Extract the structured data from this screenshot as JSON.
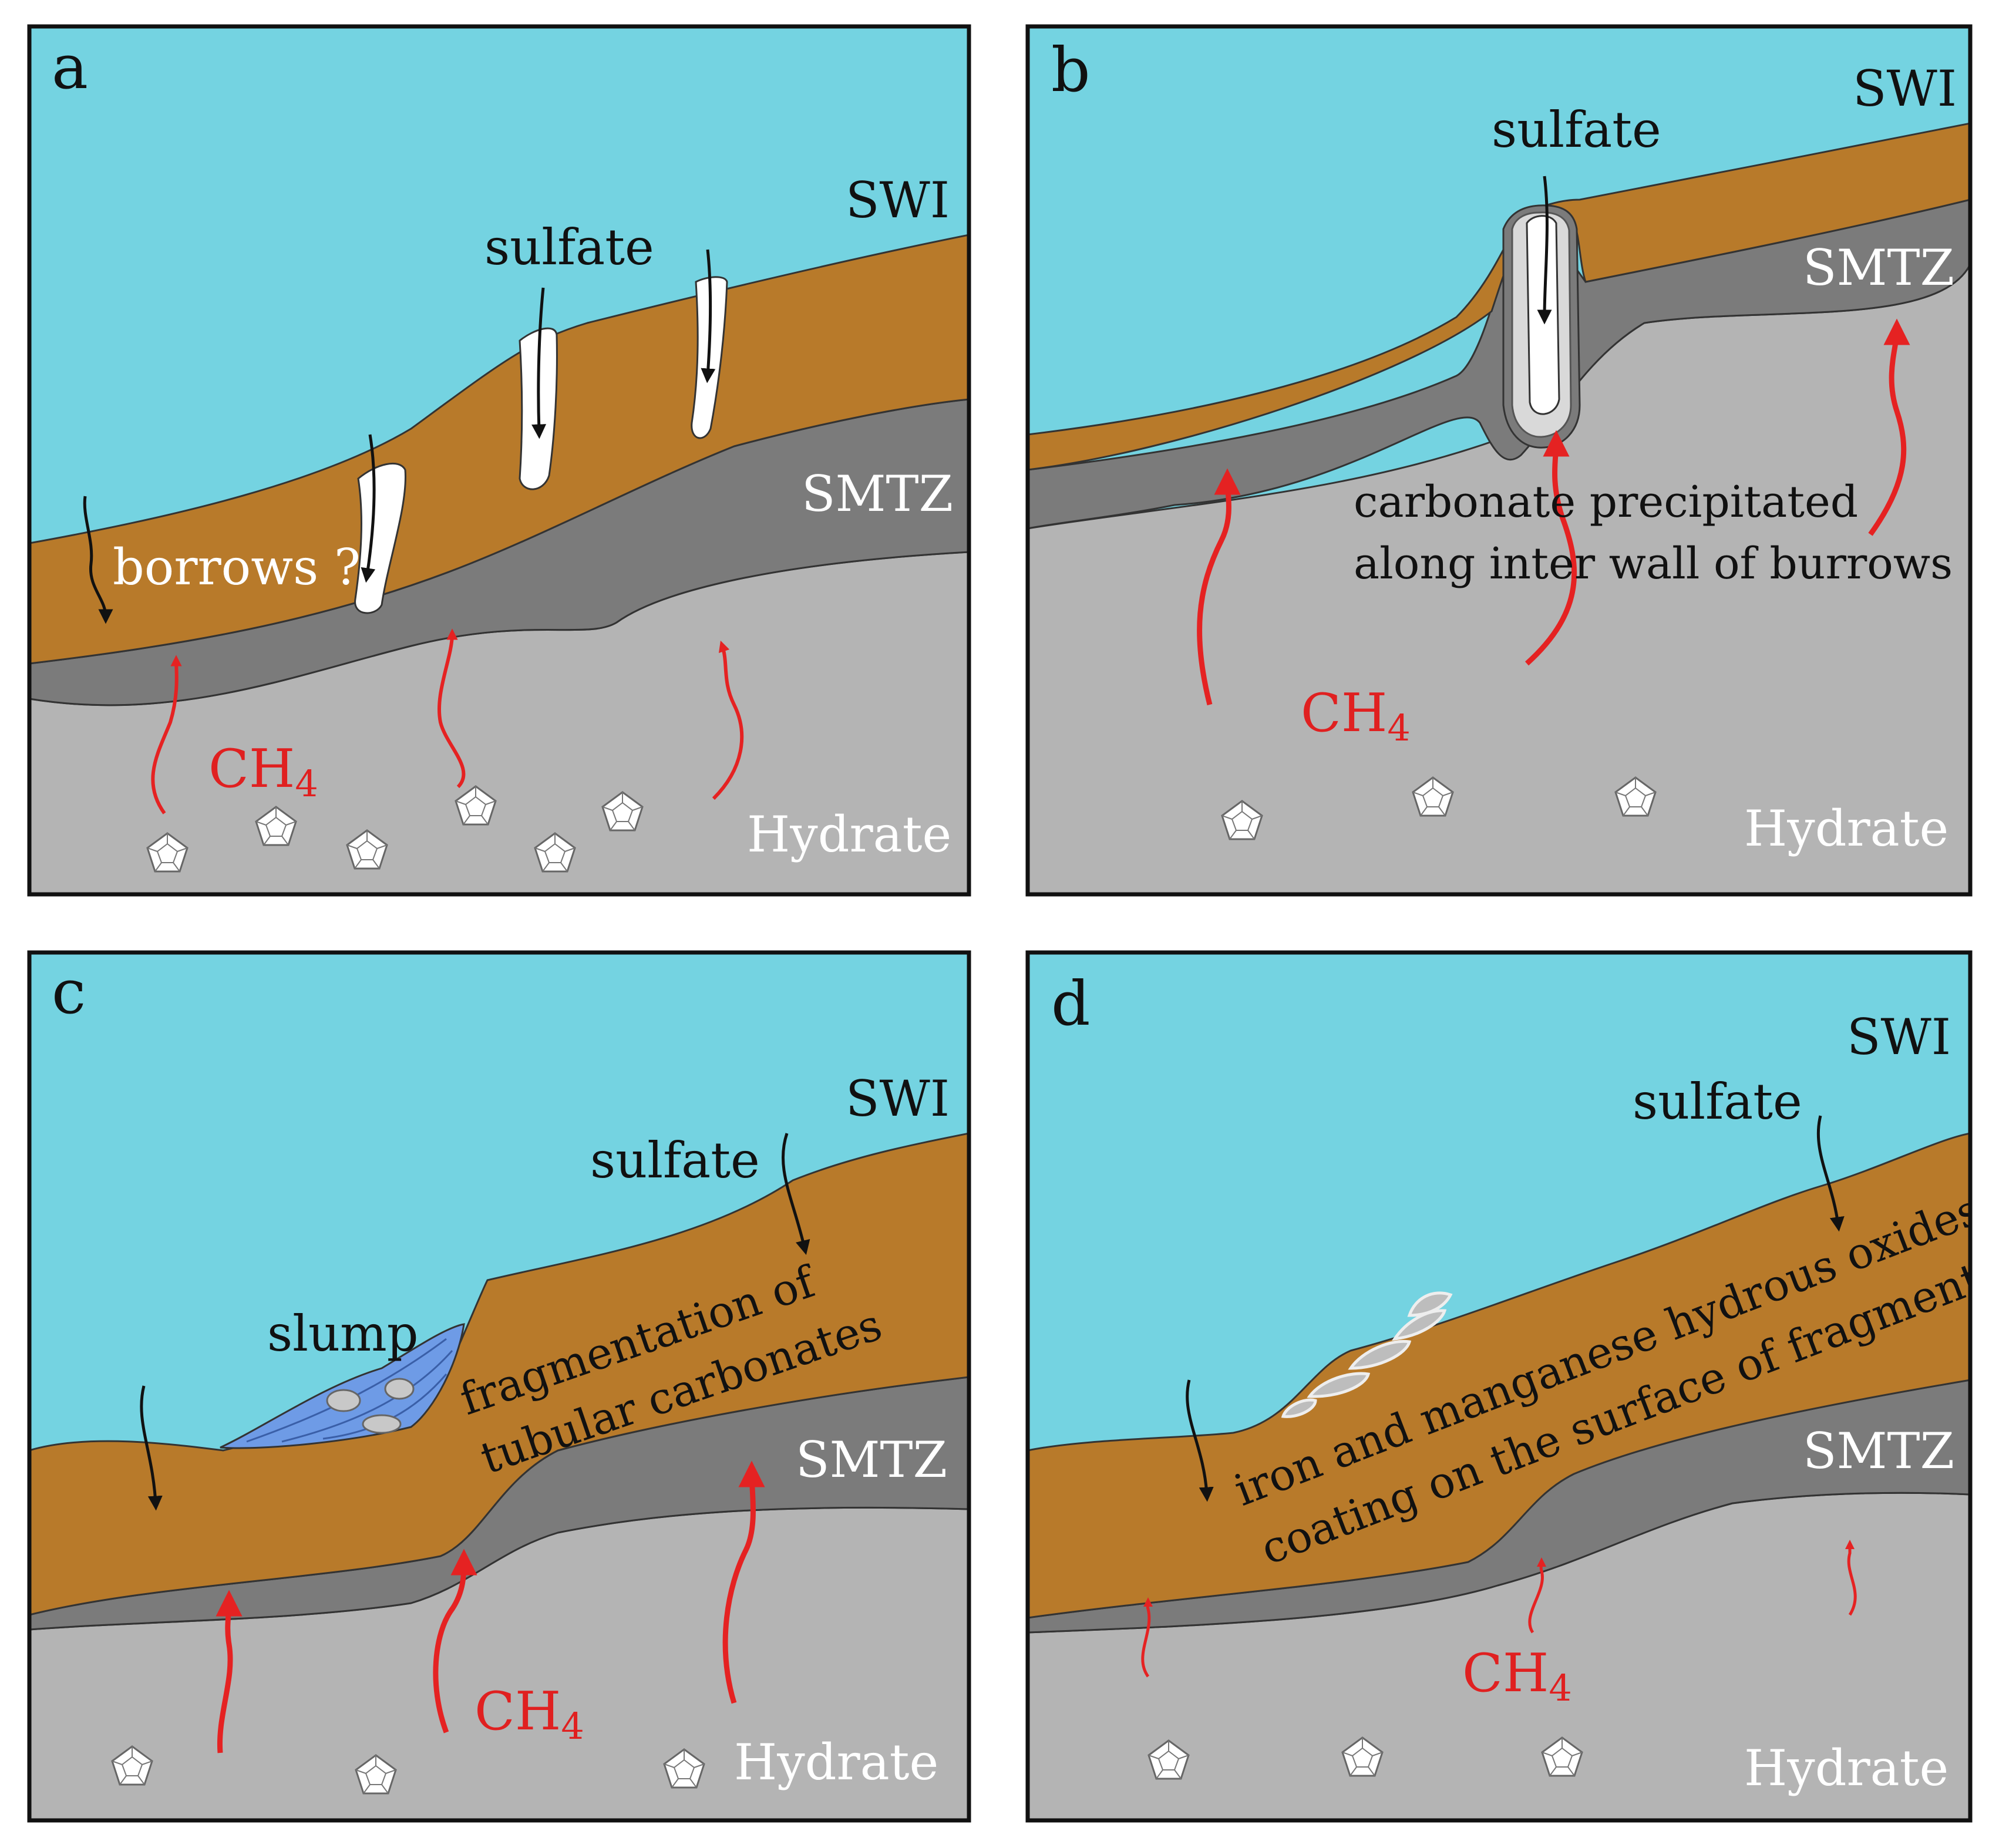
{
  "colors": {
    "water": "#74d3e1",
    "brown_sediment": "#b87a2a",
    "smtz": "#7b7b7b",
    "deep_sediment": "#b4b4b4",
    "methane_arrow": "#e52222",
    "sulfate_arrow": "#111111",
    "slump": "#6e9be6",
    "burrow": "#ffffff"
  },
  "icons": {
    "hydrate": "pentagonal-dodecahedron-icon",
    "methane_flow": "wavy-red-arrow",
    "sulfate_flow": "black-arrow"
  },
  "panels": [
    {
      "letter": "a",
      "swi": "SWI",
      "smtz": "SMTZ",
      "sulfate": "sulfate",
      "ch4_main": "CH",
      "ch4_sub": "4",
      "hydrate": "Hydrate",
      "note": "borrows ?"
    },
    {
      "letter": "b",
      "swi": "SWI",
      "smtz": "SMTZ",
      "sulfate": "sulfate",
      "ch4_main": "CH",
      "ch4_sub": "4",
      "hydrate": "Hydrate",
      "note_line1": "carbonate precipitated",
      "note_line2": "along inter wall of burrows"
    },
    {
      "letter": "c",
      "swi": "SWI",
      "smtz": "SMTZ",
      "sulfate": "sulfate",
      "ch4_main": "CH",
      "ch4_sub": "4",
      "hydrate": "Hydrate",
      "slump": "slump",
      "note_line1": "fragmentation of",
      "note_line2": "tubular carbonates"
    },
    {
      "letter": "d",
      "swi": "SWI",
      "smtz": "SMTZ",
      "sulfate": "sulfate",
      "ch4_main": "CH",
      "ch4_sub": "4",
      "hydrate": "Hydrate",
      "note_line1": "iron and manganese hydrous oxides",
      "note_line2": "coating on the surface of fragments"
    }
  ]
}
